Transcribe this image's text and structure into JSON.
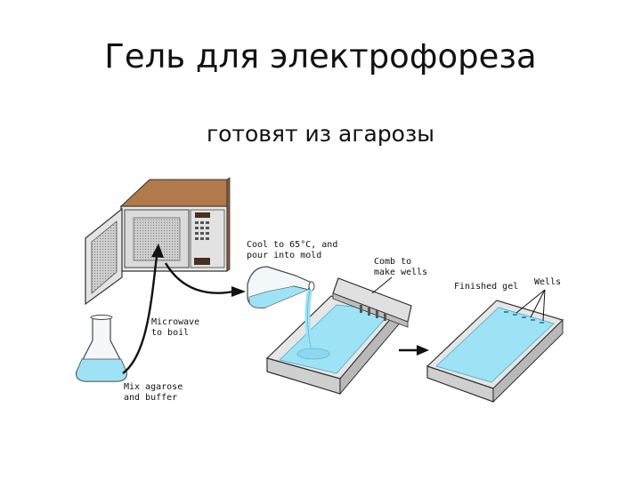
{
  "title": "Гель для электрофореза",
  "subtitle": "готовят из агарозы",
  "labels": {
    "cool_pour": "Cool to 65°C, and\npour into mold",
    "comb": "Comb to\nmake wells",
    "finished": "Finished gel",
    "wells": "Wells",
    "microwave": "Microwave\nto boil",
    "mix": "Mix agarose\nand buffer"
  },
  "colors": {
    "gel": "#9ee3f5",
    "gel_dark": "#6cc8e4",
    "microwave_top": "#b07a4a",
    "tray": "#e6e6e6"
  }
}
